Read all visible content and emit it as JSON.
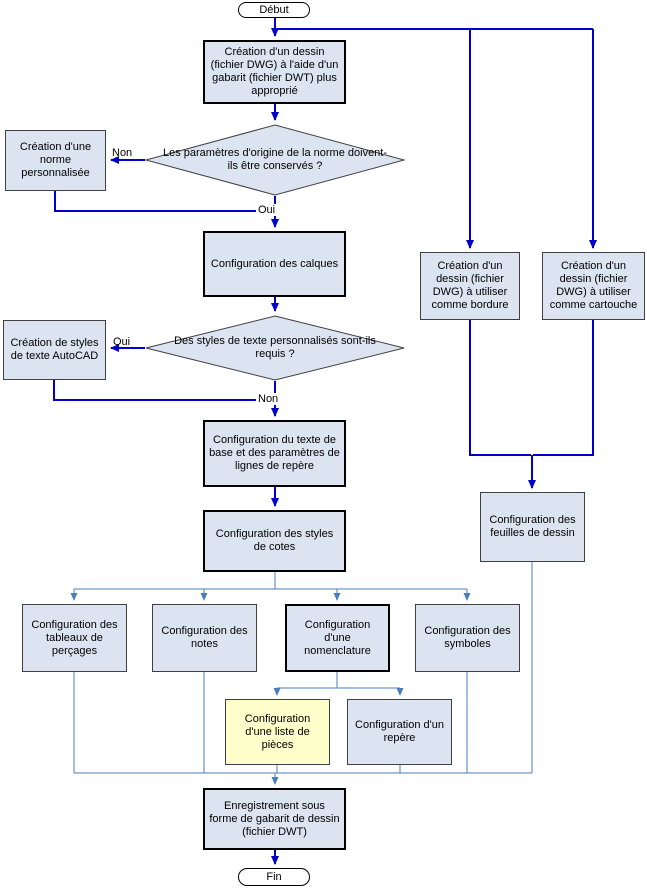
{
  "diagram_type": "flowchart",
  "colors": {
    "main_arrow": "#0000CC",
    "sub_arrow": "#4A7EBB",
    "node_fill": "#DCE4F2",
    "highlight_fill": "#FFFFCC",
    "thick_border": "#000000",
    "thin_border": "#404040",
    "terminal_fill": "#FFFFFF"
  },
  "nodes": {
    "debut": {
      "label": "Début"
    },
    "creation_dessin": {
      "label": "Création d'un dessin (fichier DWG) à l'aide d'un gabarit (fichier DWT) plus approprié"
    },
    "q_norme": {
      "label": "Les paramètres d'origine de la norme doivent-ils être conservés ?"
    },
    "norme_perso": {
      "label": "Création d'une norme personnalisée"
    },
    "calques": {
      "label": "Configuration des calques"
    },
    "q_styles": {
      "label": "Des styles de texte personnalisés sont-ils requis ?"
    },
    "styles_texte": {
      "label": "Création de styles de texte AutoCAD"
    },
    "texte_base": {
      "label": "Configuration du texte de base et des paramètres de lignes de repère"
    },
    "styles_cotes": {
      "label": "Configuration des styles de cotes"
    },
    "tableaux": {
      "label": "Configuration des tableaux de perçages"
    },
    "notes": {
      "label": "Configuration des notes"
    },
    "nomenclature": {
      "label": "Configuration d'une nomenclature"
    },
    "symboles": {
      "label": "Configuration des symboles"
    },
    "liste_pieces": {
      "label": "Configuration d'une liste de pièces"
    },
    "repere": {
      "label": "Configuration d'un repère"
    },
    "enregistrement": {
      "label": "Enregistrement sous forme de gabarit de dessin (fichier DWT)"
    },
    "fin": {
      "label": "Fin"
    },
    "bordure": {
      "label": "Création d'un dessin (fichier DWG) à utiliser comme bordure"
    },
    "cartouche": {
      "label": "Création d'un dessin (fichier DWG) à utiliser comme cartouche"
    },
    "feuilles": {
      "label": "Configuration des feuilles de dessin"
    }
  },
  "edge_labels": {
    "d1_non": "Non",
    "d1_oui": "Oui",
    "d2_oui": "Oui",
    "d2_non": "Non"
  }
}
